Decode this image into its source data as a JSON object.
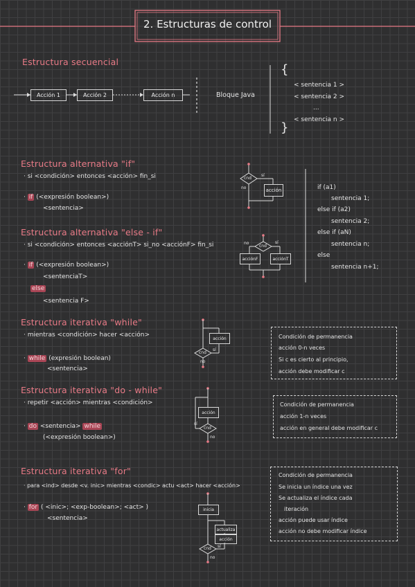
{
  "title": "2. Estructuras de control",
  "secuencial": {
    "heading": "Estructura secuencial",
    "acciones": [
      "Acción 1",
      "Acción 2",
      "Acción n"
    ],
    "bloque_label": "Bloque Java",
    "open_brace": "{",
    "close_brace": "}",
    "sentencias": [
      "< sentencia 1 >",
      "< sentencia 2 >",
      "...",
      "< sentencia n >"
    ]
  },
  "if": {
    "heading": "Estructura alternativa \"if\"",
    "pseudo": "si <condición> entonces <acción> fin_si",
    "java_kw": "if",
    "java_line": "(<expresión boolean>)",
    "java_body": "<sentencia>",
    "flow": {
      "cond": "cnd",
      "si": "sí",
      "no": "no",
      "accion": "acción"
    }
  },
  "ifelse_code": {
    "lines": [
      "if (a1)",
      "sentencia 1;",
      "else if (a2)",
      "sentencia 2;",
      "else if (aN)",
      "sentencia n;",
      "else",
      "sentencia n+1;"
    ]
  },
  "else_if": {
    "heading": "Estructura alternativa \"else - if\"",
    "pseudo": "si <condición> entonces <acciónT> si_no <acciónF> fin_si",
    "java_kw_if": "if",
    "java_line": "(<expresión boolean>)",
    "body_t": "<sentenciaT>",
    "java_kw_else": "else",
    "body_f": "<sentencia F>",
    "flow": {
      "cond": "cnd",
      "si": "sí",
      "no": "no",
      "accionT": "acciónT",
      "accionF": "acciónF"
    }
  },
  "while": {
    "heading": "Estructura iterativa \"while\"",
    "pseudo": "mientras <condición> hacer <acción>",
    "java_kw": "while",
    "java_line": "(expresión boolean)",
    "java_body": "<sentencia>",
    "flow": {
      "cond": "cnd",
      "si": "sí",
      "no": "no",
      "accion": "acción"
    },
    "notes": [
      "Condición de permanencia",
      "acción 0-n veces",
      "Si c es cierto al principio,",
      "acción debe modificar c"
    ]
  },
  "dowhile": {
    "heading": "Estructura iterativa \"do - while\"",
    "pseudo": "repetir <acción> mientras <condición>",
    "java_kw_do": "do",
    "java_mid": "<sentencia>",
    "java_kw_while": "while",
    "java_line": "(<expresión boolean>)",
    "flow": {
      "cond": "cnd",
      "si": "sí",
      "no": "no",
      "accion": "acción"
    },
    "notes": [
      "Condición de permanencia",
      "acción 1-n veces",
      "acción en general debe modificar c"
    ]
  },
  "for": {
    "heading": "Estructura iterativa \"for\"",
    "pseudo": "para <ind> desde <v. inic> mientras <condic> actu <act> hacer <acción>",
    "java_kw": "for",
    "java_line": "( <inic>; <exp-boolean>; <act> )",
    "java_body": "<sentencia>",
    "flow": {
      "inicia": "inicia",
      "actualiza": "actualiza",
      "accion": "acción",
      "cond": "cnd",
      "si": "sí",
      "no": "no"
    },
    "notes": [
      "Condición de permanencia",
      "Se inicia un índice una vez",
      "Se actualiza el índice cada",
      "iteración",
      "acción puede usar índice",
      "acción no debe modificar índice"
    ]
  },
  "colors": {
    "accent": "#e87a86",
    "highlight": "#a94555",
    "background": "#2f2f30"
  }
}
